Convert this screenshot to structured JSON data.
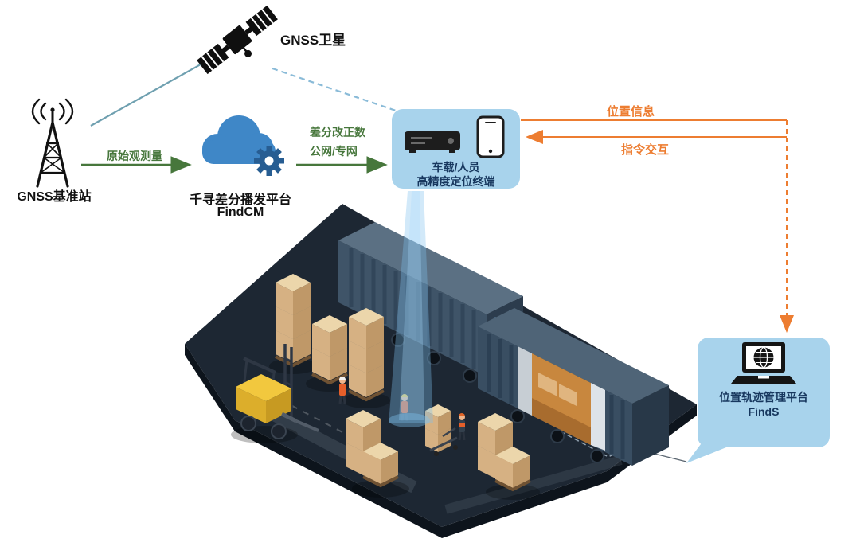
{
  "nodes": {
    "satellite": {
      "label": "GNSS卫星"
    },
    "base_station": {
      "label": "GNSS基准站"
    },
    "cloud_platform": {
      "name": "千寻差分播发平台",
      "product": "FindCM"
    },
    "terminal": {
      "line1": "车载/人员",
      "line2": "高精度定位终端"
    },
    "management_platform": {
      "name": "位置轨迹管理平台",
      "product": "FindS"
    }
  },
  "edges": {
    "raw_observation": {
      "label": "原始观测量"
    },
    "correction": {
      "line1": "差分改正数",
      "line2": "公网/专网"
    },
    "position_info": {
      "label": "位置信息"
    },
    "command_interaction": {
      "label": "指令交互"
    }
  },
  "colors": {
    "green": "#47773c",
    "orange": "#ed7d31",
    "panel_bg": "#a8d3ec",
    "panel_text": "#17375e",
    "cloud_blue": "#3f87c7"
  }
}
